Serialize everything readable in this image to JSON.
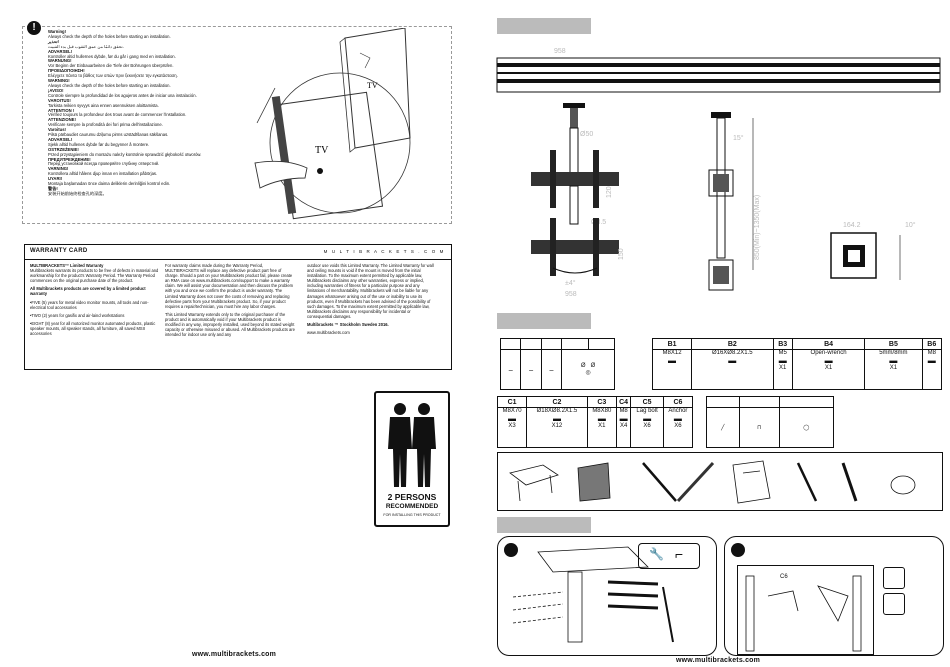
{
  "left_page": {
    "warning_lines": [
      {
        "t": "Warning!",
        "b": true
      },
      {
        "t": "Always check the depth of the holes before starting an installation.",
        "b": false
      },
      {
        "t": "تحذير!",
        "b": true
      },
      {
        "t": "تحقق دائمًا من عمق الثقوب قبل بدء التثبيت.",
        "b": false
      },
      {
        "t": "ADVARSEL!",
        "b": true
      },
      {
        "t": "Kontroller altid hullernes dybde, før du går i gang med en installation.",
        "b": false
      },
      {
        "t": "WARNUNG!",
        "b": true
      },
      {
        "t": "Vor Beginn der Einbauarbeiten die Tiefe der Bohrungen überprüfen.",
        "b": false
      },
      {
        "t": "ΠΡΟΕΙΔΟΠΟΙΗΣΗ!",
        "b": true
      },
      {
        "t": "Ελέγχετε πάντα το βάθος των οπών πριν ξεκινήσετε την εγκατάσταση.",
        "b": false
      },
      {
        "t": "WARNING!",
        "b": true
      },
      {
        "t": "Always check the depth of the holes before starting an installation.",
        "b": false
      },
      {
        "t": "¡AVISO!",
        "b": true
      },
      {
        "t": "Controle siempre la profundidad de los agujeros antes de iniciar una instalación.",
        "b": false
      },
      {
        "t": "VAROITUS!",
        "b": true
      },
      {
        "t": "Tarkista reikien syvyys aina ennen asennuksen aloittamista.",
        "b": false
      },
      {
        "t": "ATTENTION !",
        "b": true
      },
      {
        "t": "Vérifiez toujours la profondeur des trous avant de commencer l'installation.",
        "b": false
      },
      {
        "t": "ATTENZIONE!",
        "b": true
      },
      {
        "t": "Verificare sempre la profondità dei fori prima dell'installazione.",
        "b": false
      },
      {
        "t": "Varoitus!",
        "b": true
      },
      {
        "t": "Pilsā pārbaudiet caurumu dziļumu pirms uzstādīšanas sākšanas.",
        "b": false
      },
      {
        "t": "ADVARSEL!",
        "b": true
      },
      {
        "t": "Sjekk alltid hullenes dybde før du begynner å montere.",
        "b": false
      },
      {
        "t": "OSTRZEŻENIE!",
        "b": true
      },
      {
        "t": "Przed przystąpieniem do montażu należy kontrolnie sprawdzić głębokość otworów.",
        "b": false
      },
      {
        "t": "ПРЕДУПРЕЖДЕНИЕ!",
        "b": true
      },
      {
        "t": "Перед установкой всегда проверяйте глубину отверстий.",
        "b": false
      },
      {
        "t": "VARNING!",
        "b": true
      },
      {
        "t": "Kontrollera alltid hålens djup innan en installation påbörjas.",
        "b": false
      },
      {
        "t": "UYARI!",
        "b": true
      },
      {
        "t": "Montaja başlamadan önce daima deliklerin derinliğini kontrol edin.",
        "b": false
      },
      {
        "t": "警告!",
        "b": true
      },
      {
        "t": "安装开始前始终检查孔的深度。",
        "b": false
      }
    ],
    "tv_label_1": "TV",
    "tv_label_2": "TV",
    "warranty": {
      "title": "WARRANTY CARD",
      "brand": "M U L T I B R A C K E T S . C O M",
      "col1_p1_head": "MULTIBRACKETS™ Limited Warranty",
      "col1_p1": "Multibrackets warrants its products to be free of defects in material and workmanship for the product's Warranty Period. The Warranty Period commences on the original purchase date of the product.",
      "col1_p2_head": "All Multibrackets products are covered by a limited product warranty",
      "col1_p3": "•FIVE (5) years for metal video monitor mounts, all tools and non-electrical tool accessories",
      "col1_p4": "•TWO (2) years for gasifix and air-laind workstations",
      "col1_p5": "•EIGHT (8) year for all motorized monitor automated products, plastic speaker mounts, all speaker stands, all furniture, all saved MSII accessories",
      "col2_p1": "For warranty claims made during the Warranty Period, MULTIBRACKETS will replace any defective product part free of charge. Should a part on your Multibrackets product fail, please create an RMA case on www.multibrackets.com/support to make a warranty claim. We will assist your documentation and then discuss the problem with you and once we confirm the product is under warranty. The Limited Warranty does not cover the costs of removing and replacing defective parts from your Multibrackets product. So, if your product requires a repair/technician, you must hire any labor charges.",
      "col2_p2": "This Limited Warranty extends only to the original purchaser of the product and is automatically void if your Multibrackets product is modified in any way, improperly installed, used beyond its stated weight capacity or otherwise misused or abused. All Multibrackets products are intended for indoor use only and any",
      "col3_p1": "outdoor use voids this Limited Warranty. The Limited Warranty for wall and ceiling mounts is void if the mount is moved from the initial installation. To the maximum extent permitted by applicable law, Multibrackets disclaims any other warranties, express or implied, including warranties of fitness for a particular purpose and any limitations of merchantability. Multibrackets will not be liable for any damages whatsoever arising out of the use or inability to use its products, even if Multibrackets has been advised of the possibility of such damages. To the maximum extent permitted by applicable law, Multibrackets disclaims any responsibility for incidental or consequential damages.",
      "col3_p2": "Multibrackets ™ Stockholm Sweden 2016.",
      "col3_p3": "www.multibrackets.com"
    },
    "persons_line1": "2 PERSONS",
    "persons_line2": "RECOMMENDED",
    "persons_line3": "FOR INSTALLING THIS PRODUCT",
    "url": "www.multibrackets.com"
  },
  "right_page": {
    "url": "www.multibrackets.com",
    "dim_top": "958",
    "dim_diameter": "Ø50",
    "dim_120": "120",
    "dim_hole": "Ø8.5",
    "dim_150": "150",
    "dim_rotate": "±4°",
    "dim_bottom": "958",
    "dim_angle": "15°",
    "dim_height": "850(Min)~1350(Max)",
    "dim_164": "164.2",
    "dim_10": "10°",
    "parts_row1_small": [
      "Ø",
      "Ø"
    ],
    "parts_b": [
      {
        "code": "B1",
        "spec": "M8X12",
        "qty": ""
      },
      {
        "code": "B2",
        "spec": "Ø16XØ8.2X1.5",
        "qty": ""
      },
      {
        "code": "B3",
        "spec": "M5",
        "qty": "X1"
      },
      {
        "code": "B4",
        "spec": "Open-wrench",
        "qty": "X1"
      },
      {
        "code": "B5",
        "spec": "5mm/8mm",
        "qty": "X1"
      },
      {
        "code": "B6",
        "spec": "M8",
        "qty": ""
      }
    ],
    "parts_c": [
      {
        "code": "C1",
        "spec": "M8X70",
        "qty": "X3"
      },
      {
        "code": "C2",
        "spec": "Ø18XØ8.2X1.5",
        "qty": "X12"
      },
      {
        "code": "C3",
        "spec": "M8X80",
        "qty": "X1"
      },
      {
        "code": "C4",
        "spec": "M8",
        "qty": "X4"
      },
      {
        "code": "C5",
        "spec": "Lag bolt",
        "qty": "X6"
      },
      {
        "code": "C6",
        "spec": "Anchor",
        "qty": "X6"
      }
    ],
    "step_c6_label": "C6"
  },
  "colors": {
    "ink": "#111111",
    "grey_bar": "#bbbbbb",
    "rule": "#999999"
  }
}
